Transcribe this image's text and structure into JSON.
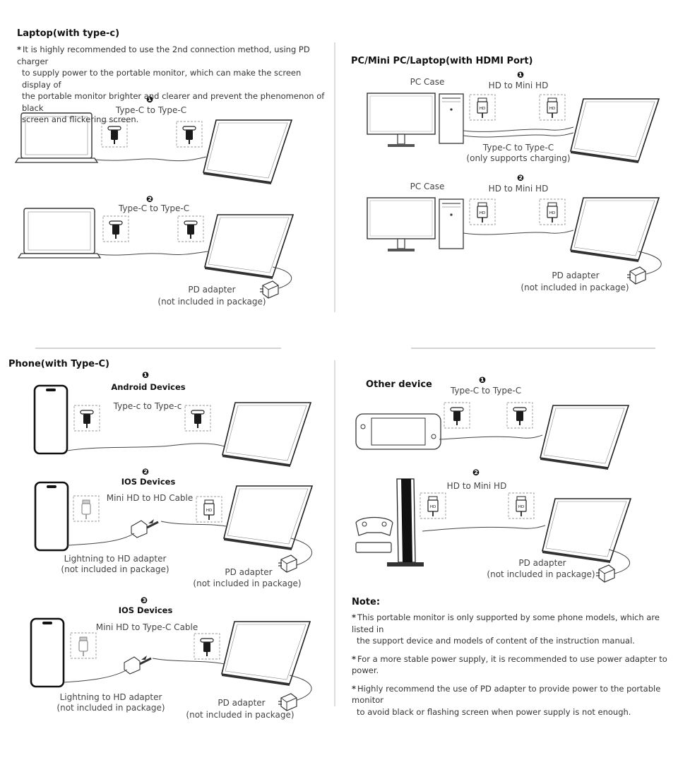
{
  "laptop": {
    "title": "Laptop(with type-c)",
    "bullet_star": "*",
    "bullet_lines": [
      "It is highly recommended to use the 2nd connection method, using PD charger",
      "to supply power to the portable monitor, which can make the screen display of",
      "the portable monitor brighter and clearer and prevent the phenomenon of black",
      "screen and flickering screen."
    ],
    "m1_num": "❶",
    "m1_cable": "Type-C to Type-C",
    "m2_num": "❷",
    "m2_cable": "Type-C to Type-C",
    "pd_line1": "PD adapter",
    "pd_line2": "(not included in package)"
  },
  "pc": {
    "title": "PC/Mini PC/Laptop(with HDMI Port)",
    "m1_num": "❶",
    "m1_case": "PC Case",
    "m1_cable": "HD to Mini HD",
    "m1_charge1": "Type-C to Type-C",
    "m1_charge2": "(only supports charging)",
    "m2_num": "❷",
    "m2_case": "PC Case",
    "m2_cable": "HD to Mini HD",
    "pd_line1": "PD adapter",
    "pd_line2": "(not included in package)"
  },
  "phone": {
    "title": "Phone(with Type-C)",
    "m1_num": "❶",
    "m1_sub": "Android Devices",
    "m1_cable": "Type-c to Type-c",
    "m2_num": "❷",
    "m2_sub": "IOS Devices",
    "m2_cable": "Mini HD to HD Cable",
    "m2_adapter1": "Lightning to HD adapter",
    "m2_adapter2": "(not included in package)",
    "m2_pd1": "PD adapter",
    "m2_pd2": "(not included in package)",
    "m3_num": "❸",
    "m3_sub": "IOS Devices",
    "m3_cable": "Mini HD to Type-C Cable",
    "m3_adapter1": "Lightning to HD adapter",
    "m3_adapter2": "(not included in package)",
    "m3_pd1": "PD adapter",
    "m3_pd2": "(not included in package)"
  },
  "other": {
    "title": "Other device",
    "m1_num": "❶",
    "m1_cable": "Type-C to Type-C",
    "m2_num": "❷",
    "m2_cable": "HD to Mini HD",
    "pd_line1": "PD adapter",
    "pd_line2": "(not included in package)"
  },
  "note": {
    "title": "Note:",
    "star": "*",
    "b1_l1": "This portable monitor is only supported by some phone models, which are listed in",
    "b1_l2": "the support device and models of content of the instruction manual.",
    "b2_l1": "For a more stable power supply, it is recommended to use power adapter to power.",
    "b3_l1": "Highly recommend the use of PD adapter to provide power to the portable monitor",
    "b3_l2": "to avoid black or flashing screen when power supply is not enough."
  },
  "colors": {
    "line": "#333333",
    "divider": "#bbbbbb",
    "dashed_box": "#999999",
    "plug_body": "#1a1a1a",
    "text": "#333333"
  }
}
